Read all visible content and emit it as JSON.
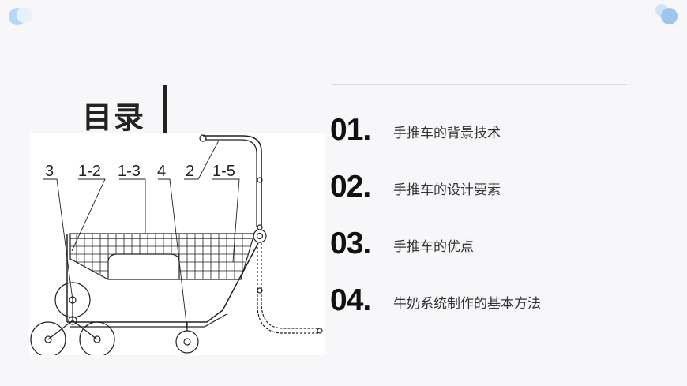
{
  "page": {
    "title": "目录"
  },
  "toc": [
    {
      "number": "01.",
      "text": "手推车的背景技术"
    },
    {
      "number": "02.",
      "text": "手推车的设计要素"
    },
    {
      "number": "03.",
      "text": "手推车的优点"
    },
    {
      "number": "04.",
      "text": "牛奶系统制作的基本方法"
    }
  ],
  "illustration": {
    "labels": [
      "3",
      "1-2",
      "1-3",
      "4",
      "2",
      "1-5"
    ]
  },
  "colors": {
    "accent_light": "#cfe3f6",
    "accent": "#9ec6ec",
    "text": "#222222",
    "divider": "#dcdcdc"
  }
}
